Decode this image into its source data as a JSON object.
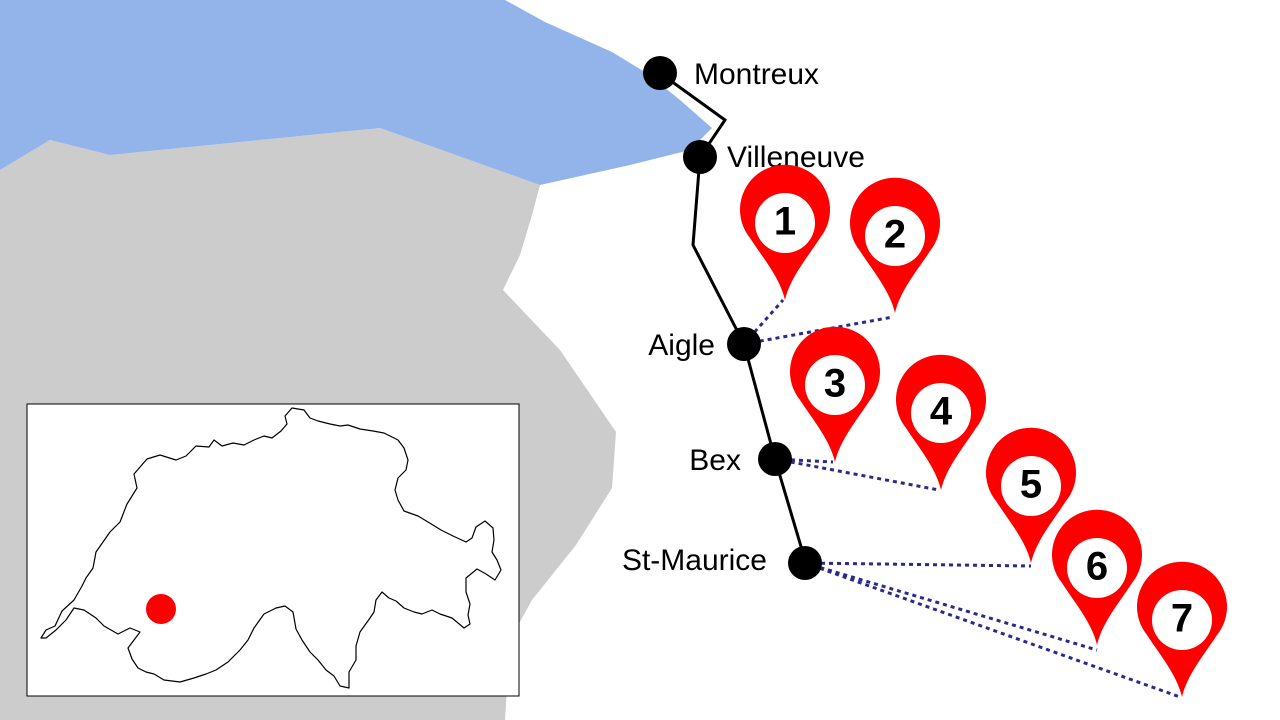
{
  "colors": {
    "lake": "#92b4ea",
    "land": "#cccccc",
    "rail_line": "#000000",
    "station": "#000000",
    "pin": "#ff0000",
    "pin_inner": "#ffffff",
    "connector": "#2a2a8a",
    "inset_border": "#000000",
    "inset_marker": "#ff0000"
  },
  "stations": [
    {
      "id": "montreux",
      "name": "Montreux"
    },
    {
      "id": "villeneuve",
      "name": "Villeneuve"
    },
    {
      "id": "aigle",
      "name": "Aigle"
    },
    {
      "id": "bex",
      "name": "Bex"
    },
    {
      "id": "st-maurice",
      "name": "St-Maurice"
    }
  ],
  "pins": [
    {
      "number": "1",
      "station": "aigle"
    },
    {
      "number": "2",
      "station": "aigle"
    },
    {
      "number": "3",
      "station": "bex"
    },
    {
      "number": "4",
      "station": "bex"
    },
    {
      "number": "5",
      "station": "st-maurice"
    },
    {
      "number": "6",
      "station": "st-maurice"
    },
    {
      "number": "7",
      "station": "st-maurice"
    }
  ],
  "inset": {
    "country_outline": "switzerland-outline",
    "marker": "location-dot"
  }
}
